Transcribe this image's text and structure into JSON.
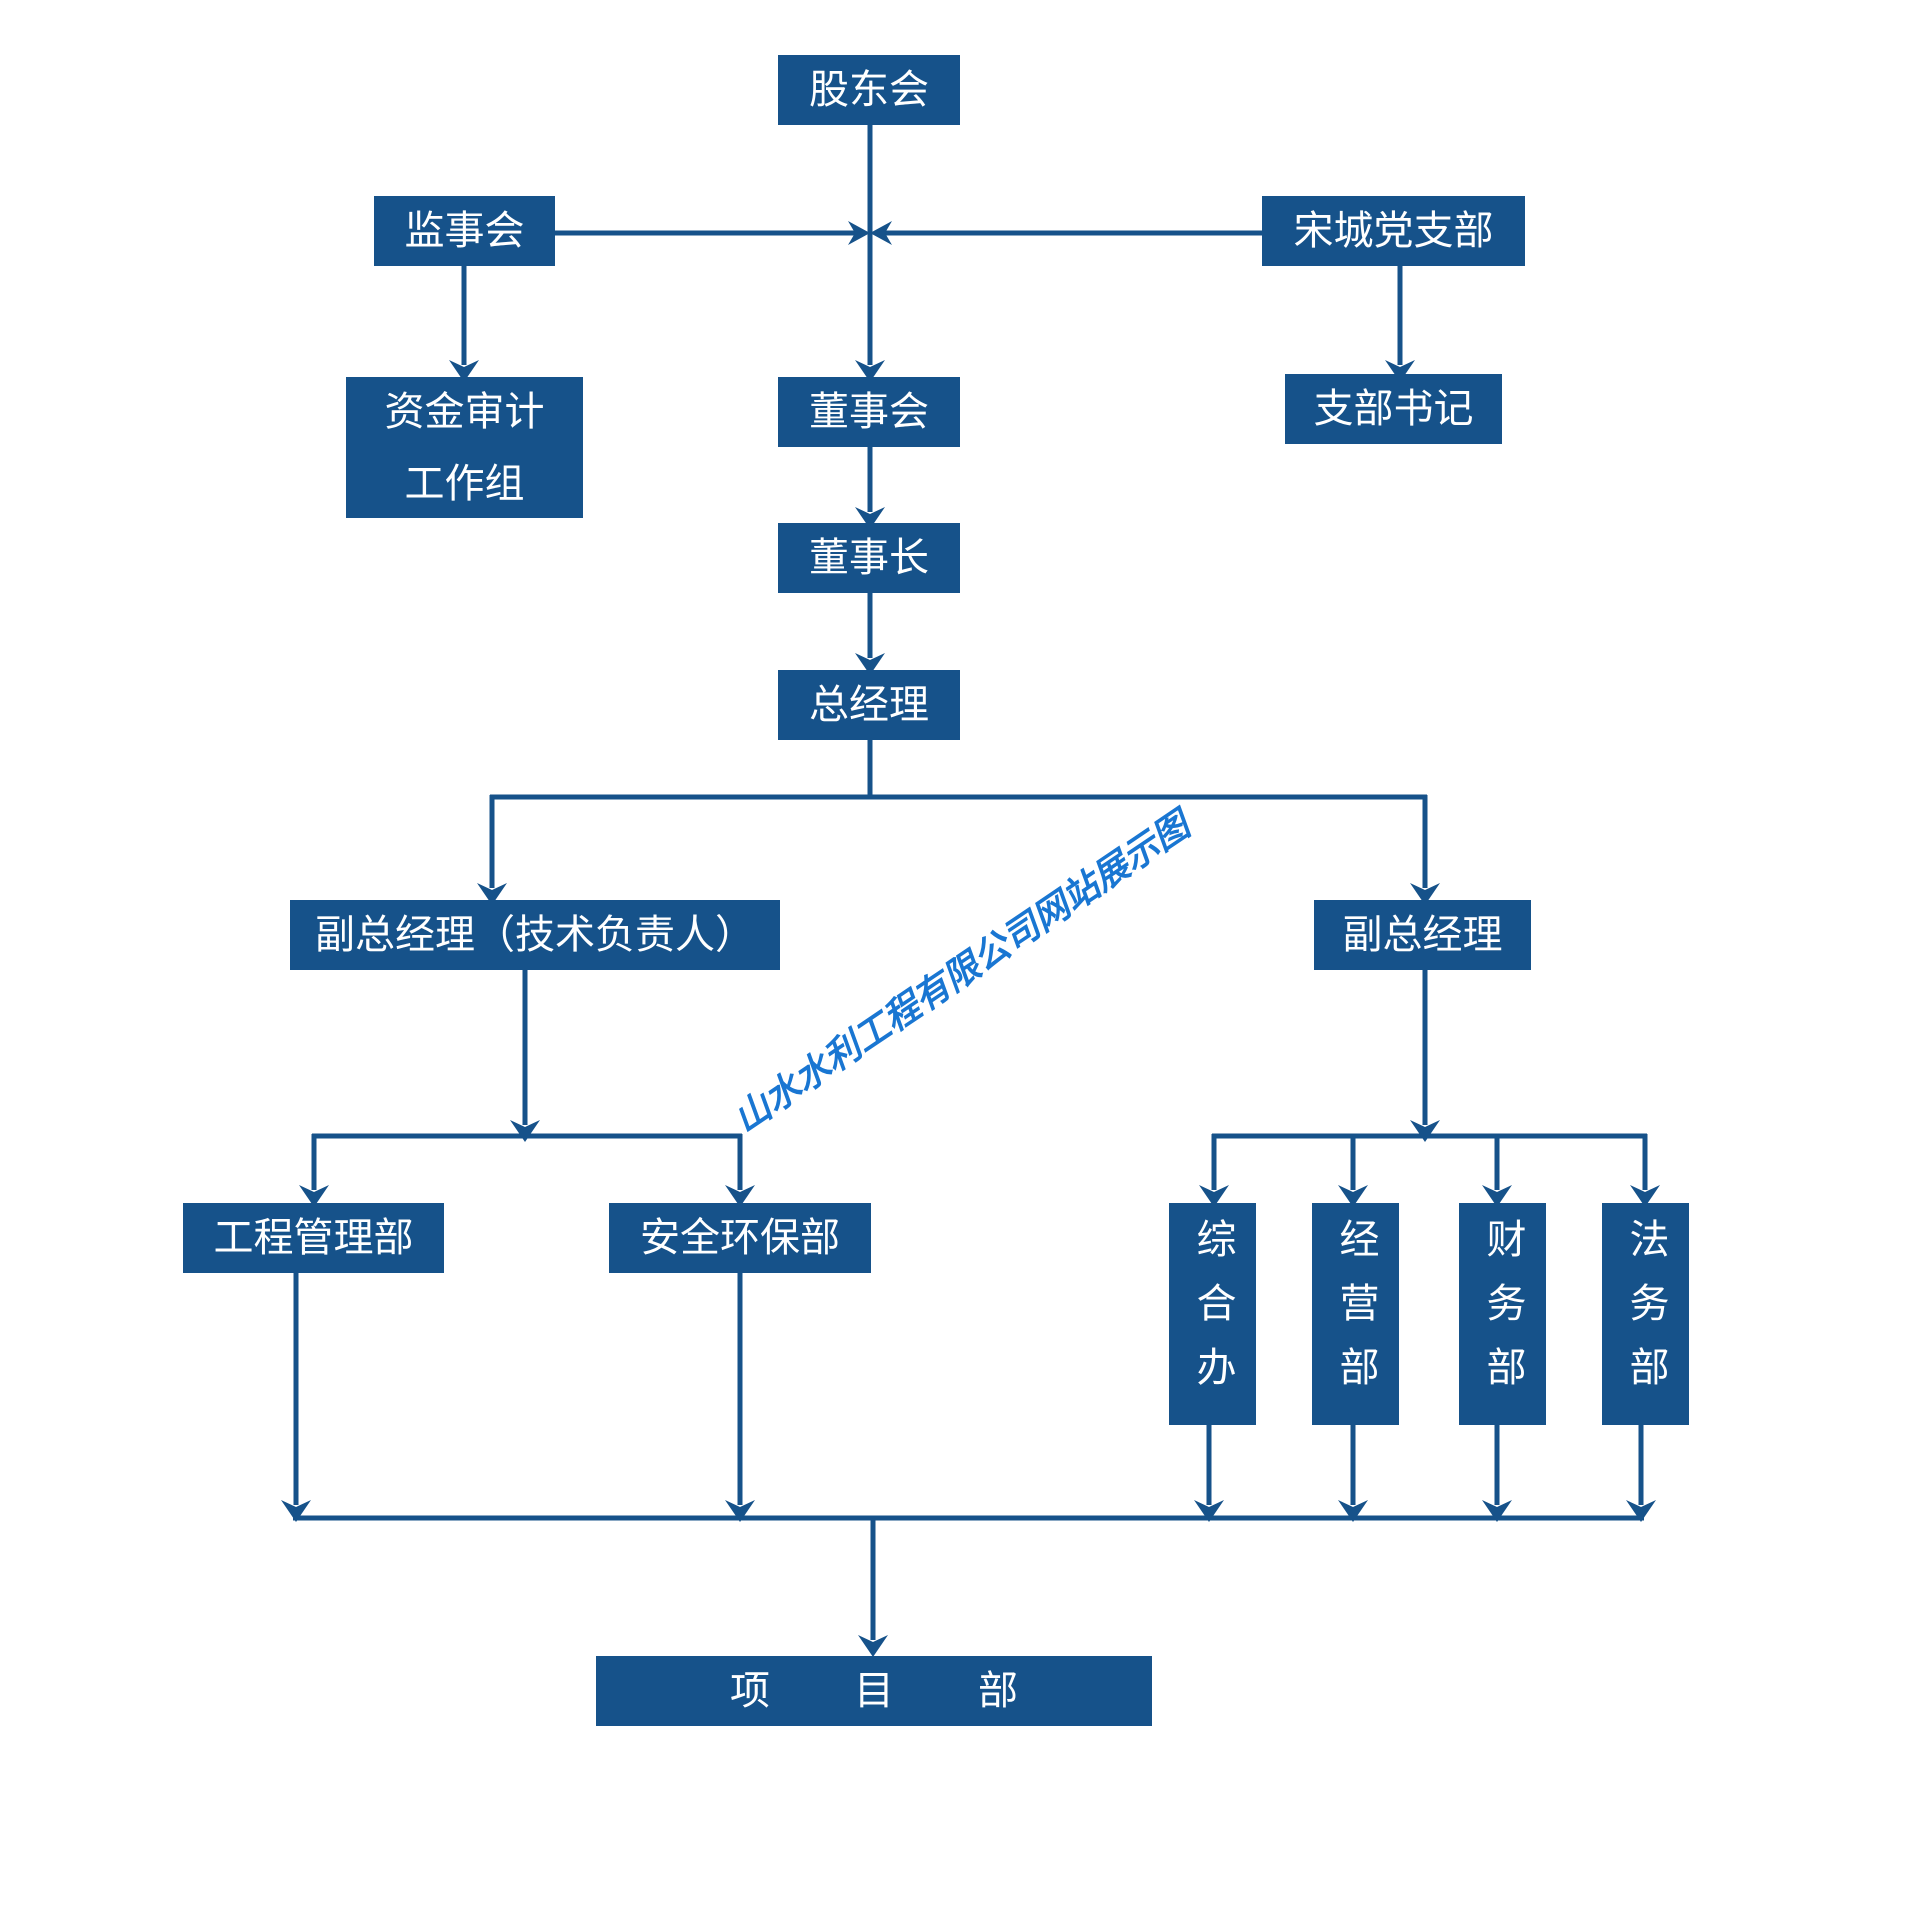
{
  "nodes": {
    "shareholders": "股东会",
    "supervisors": "监事会",
    "party_branch": "宋城党支部",
    "audit_group": "资金审计工作组",
    "board": "董事会",
    "branch_secretary": "支部书记",
    "chairman": "董事长",
    "general_manager": "总经理",
    "deputy_gm_tech": "副总经理（技术负责人）",
    "deputy_gm": "副总经理",
    "engineering_dept": "工程管理部",
    "safety_dept": "安全环保部",
    "general_office": "综合办",
    "operations_dept": "经营部",
    "finance_dept": "财务部",
    "legal_dept": "法务部",
    "project_dept": "项目部"
  },
  "watermark": "山水水利工程有限公司网站展示图",
  "colors": {
    "node_fill": "#16528A",
    "connector": "#16528A",
    "text": "#FFFFFF",
    "watermark": "#1976D2",
    "background": "#FFFFFF"
  }
}
